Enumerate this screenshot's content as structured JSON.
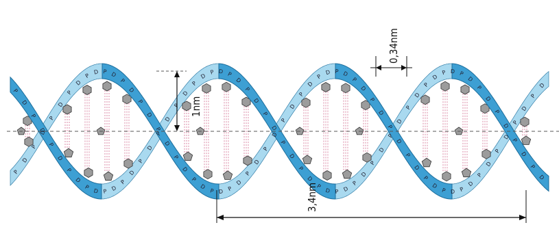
{
  "figure": {
    "measurements": {
      "base_pair_spacing": "0,34nm",
      "radius": "1nm",
      "helix_turn": "3,4nm"
    },
    "backbone_letters": {
      "phosphate": "P",
      "deoxyribose": "D"
    },
    "colors": {
      "strand_front": "#3d9fd3",
      "strand_back": "#a9d9ef",
      "strand_edge": "#1d6e9c",
      "base_fill": "#9c9c9c",
      "hydrogen_bond": "#d77a9a"
    }
  }
}
